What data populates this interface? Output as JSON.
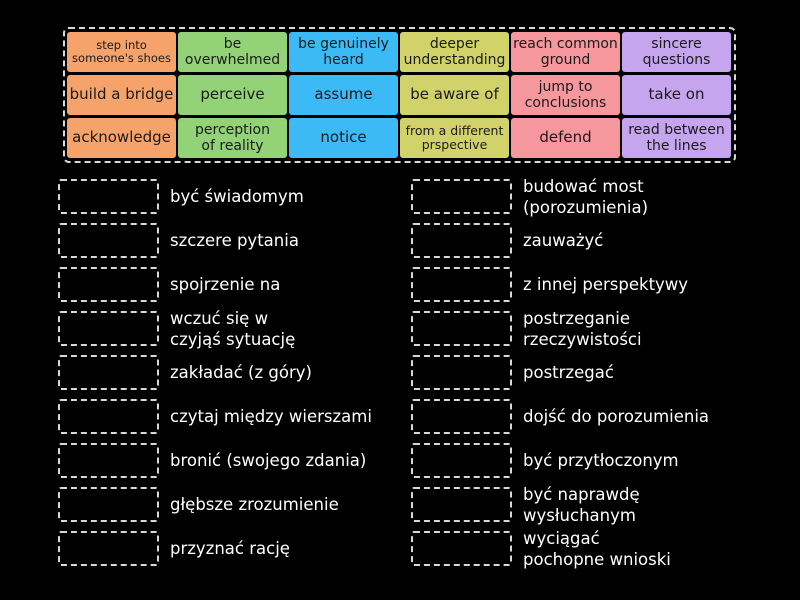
{
  "tiles": [
    {
      "label": "step into\nsomeone's shoes",
      "color": "#f5a26b",
      "size": "s11"
    },
    {
      "label": "be\noverwhelmed",
      "color": "#93d277",
      "size": "s14"
    },
    {
      "label": "be genuinely\nheard",
      "color": "#3bbaf5",
      "size": "s14"
    },
    {
      "label": "deeper\nunderstanding",
      "color": "#d2d26b",
      "size": "s14"
    },
    {
      "label": "reach common\nground",
      "color": "#f6969d",
      "size": "s14"
    },
    {
      "label": "sincere\nquestions",
      "color": "#c6a5ef",
      "size": "s14"
    },
    {
      "label": "build a bridge",
      "color": "#f5a26b",
      "size": "s15"
    },
    {
      "label": "perceive",
      "color": "#93d277",
      "size": "s15"
    },
    {
      "label": "assume",
      "color": "#3bbaf5",
      "size": "s15"
    },
    {
      "label": "be aware of",
      "color": "#d2d26b",
      "size": "s15"
    },
    {
      "label": "jump to\nconclusions",
      "color": "#f6969d",
      "size": "s14"
    },
    {
      "label": "take on",
      "color": "#c6a5ef",
      "size": "s15"
    },
    {
      "label": "acknowledge",
      "color": "#f5a26b",
      "size": "s15"
    },
    {
      "label": "perception\nof reality",
      "color": "#93d277",
      "size": "s14"
    },
    {
      "label": "notice",
      "color": "#3bbaf5",
      "size": "s15"
    },
    {
      "label": "from a different\nprspective",
      "color": "#d2d26b",
      "size": "s12"
    },
    {
      "label": "defend",
      "color": "#f6969d",
      "size": "s15"
    },
    {
      "label": "read between\nthe lines",
      "color": "#c6a5ef",
      "size": "s14"
    }
  ],
  "left_targets": [
    "być świadomym",
    "szczere pytania",
    "spojrzenie na",
    "wczuć się w\nczyjąś sytuację",
    "zakładać (z góry)",
    "czytaj między wierszami",
    "bronić (swojego zdania)",
    "głębsze zrozumienie",
    "przyznać rację"
  ],
  "right_targets": [
    "budować most\n(porozumienia)",
    "zauważyć",
    "z innej perspektywy",
    "postrzeganie\nrzeczywistości",
    "postrzegać",
    "dojść do porozumienia",
    "być przytłoczonym",
    "być naprawdę\nwysłuchanym",
    "wyciągać\npochopne wnioski"
  ]
}
